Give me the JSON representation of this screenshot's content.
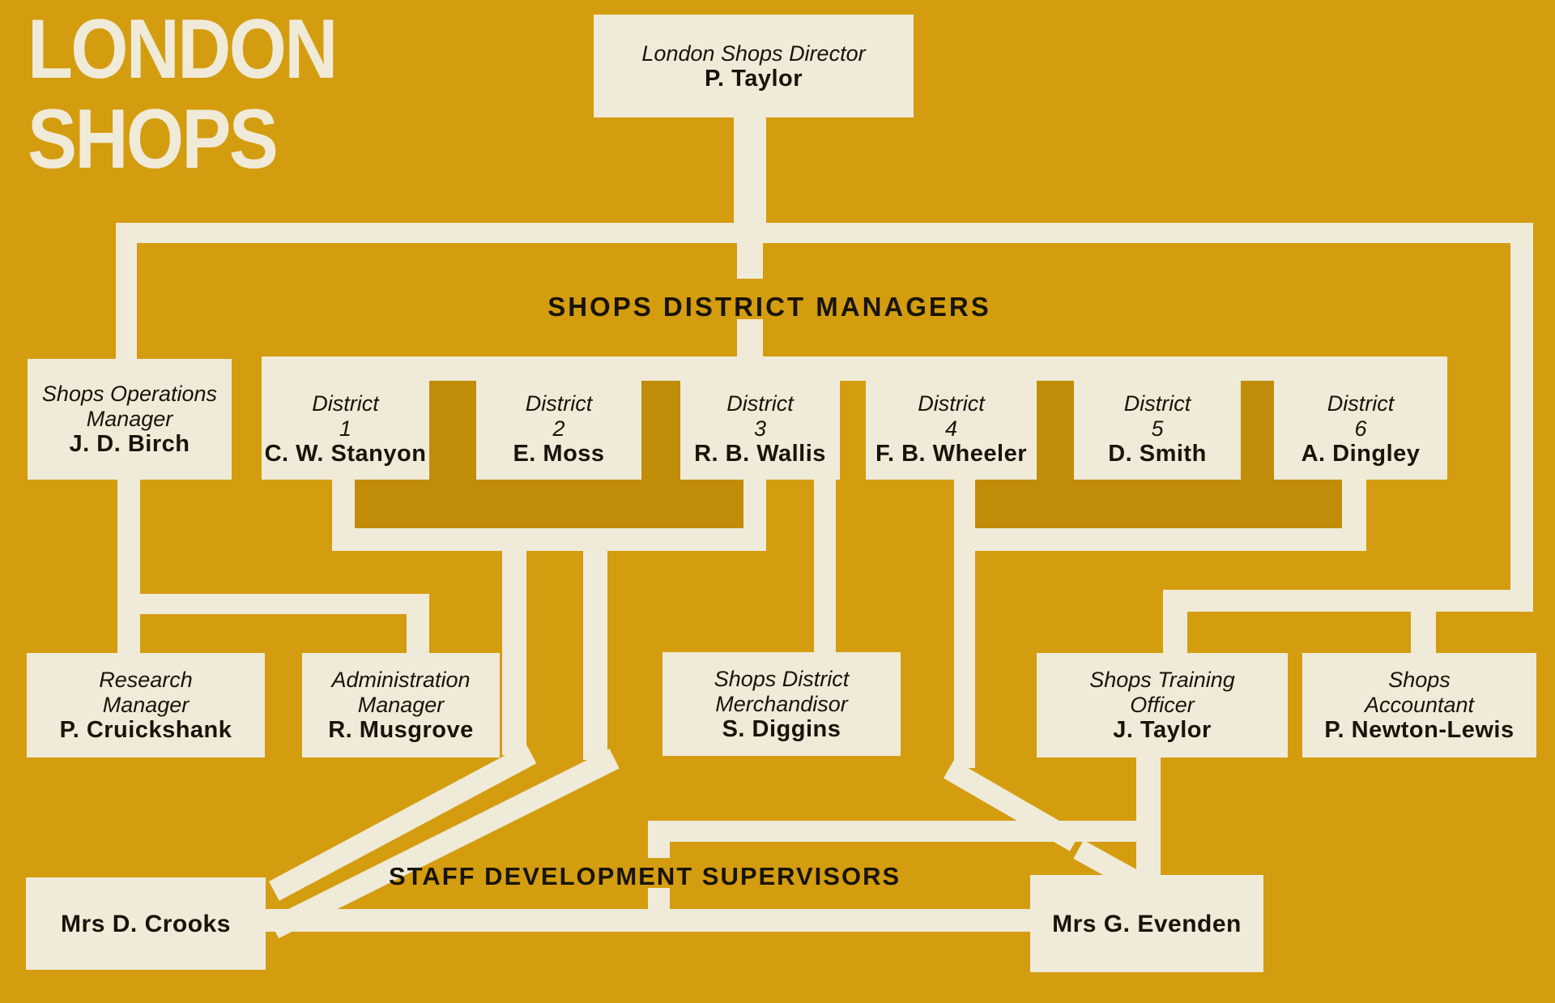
{
  "title": {
    "line1": "LONDON",
    "line2": "SHOPS"
  },
  "section_labels": {
    "district_managers": "SHOPS DISTRICT MANAGERS",
    "staff_development": "STAFF DEVELOPMENT SUPERVISORS"
  },
  "colors": {
    "background": "#d49d10",
    "overprint_band": "#c18c08",
    "cream": "#f0ead8",
    "ink": "#181409"
  },
  "nodes": {
    "director": {
      "role1": "London Shops Director",
      "name": "P. Taylor"
    },
    "operations": {
      "role1": "Shops Operations",
      "role2": "Manager",
      "name": "J. D. Birch"
    },
    "district1": {
      "role1": "District",
      "role2": "1",
      "name": "C. W. Stanyon"
    },
    "district2": {
      "role1": "District",
      "role2": "2",
      "name": "E. Moss"
    },
    "district3": {
      "role1": "District",
      "role2": "3",
      "name": "R. B. Wallis"
    },
    "district4": {
      "role1": "District",
      "role2": "4",
      "name": "F. B. Wheeler"
    },
    "district5": {
      "role1": "District",
      "role2": "5",
      "name": "D. Smith"
    },
    "district6": {
      "role1": "District",
      "role2": "6",
      "name": "A. Dingley"
    },
    "research": {
      "role1": "Research",
      "role2": "Manager",
      "name": "P. Cruickshank"
    },
    "administration": {
      "role1": "Administration",
      "role2": "Manager",
      "name": "R. Musgrove"
    },
    "merchandisor": {
      "role1": "Shops District",
      "role2": "Merchandisor",
      "name": "S. Diggins"
    },
    "training": {
      "role1": "Shops Training",
      "role2": "Officer",
      "name": "J. Taylor"
    },
    "accountant": {
      "role1": "Shops",
      "role2": "Accountant",
      "name": "P. Newton-Lewis"
    },
    "crooks": {
      "name": "Mrs D. Crooks"
    },
    "evenden": {
      "name": "Mrs G. Evenden"
    }
  }
}
